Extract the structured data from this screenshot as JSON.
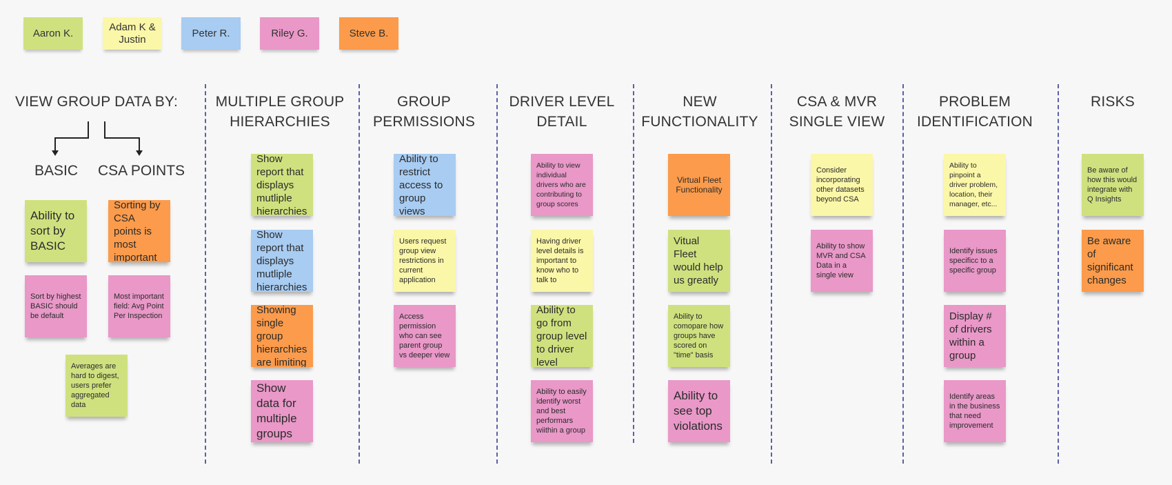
{
  "legend": [
    {
      "label": "Aaron K.",
      "color": "#cfe17f"
    },
    {
      "label": "Adam K &\nJustin",
      "color": "#fbf7a8"
    },
    {
      "label": "Peter R.",
      "color": "#a8ccf2"
    },
    {
      "label": "Riley G.",
      "color": "#e998c8"
    },
    {
      "label": "Steve B.",
      "color": "#fb9b4b"
    }
  ],
  "columns": {
    "view_group": {
      "title": "VIEW GROUP DATA BY:",
      "basic_label": "BASIC",
      "csa_label": "CSA POINTS",
      "notes": [
        "Ability to sort by BASIC",
        "Sorting by CSA points is most important",
        "Sort by highest BASIC should be default",
        "Most important field: Avg Point Per Inspection",
        "Averages are hard to digest, users prefer aggregated data"
      ]
    },
    "multiple_group": {
      "title": "MULTIPLE GROUP\nHIERARCHIES",
      "notes": [
        "Show report that displays mutliple hierarchies",
        "Show report that displays mutliple hierarchies",
        "Showing single group hierarchies are limiting",
        "Show data for multiple groups"
      ]
    },
    "group_permissions": {
      "title": "GROUP\nPERMISSIONS",
      "notes": [
        "Ability to restrict access to group views",
        "Users request group view restrictions in current application",
        "Access permission who can see parent group vs deeper view"
      ]
    },
    "driver_level": {
      "title": "DRIVER LEVEL\nDETAIL",
      "notes": [
        "Ability to view individual drivers who are contributing to group scores",
        "Having driver level details is important to know who to talk to",
        "Ability to go from group level to driver level",
        "Ability to easily identify worst and best performars wiithin a group"
      ]
    },
    "new_functionality": {
      "title": "NEW\nFUNCTIONALITY",
      "notes": [
        "Virtual Fleet Functionality",
        "Vitual Fleet would help us greatly",
        "Ability to comopare how groups have scored on \"time\" basis",
        "Ability to see top violations"
      ]
    },
    "csa_mvr": {
      "title": "CSA & MVR\nSINGLE VIEW",
      "notes": [
        "Consider incorporating other datasets beyond CSA",
        "Ability to show MVR and CSA Data in a single view"
      ]
    },
    "problem_id": {
      "title": "PROBLEM\nIDENTIFICATION",
      "notes": [
        "Ability to pinpoint a driver problem, location, their manager, etc...",
        "Identify issues specificc to a specific group",
        "Display # of drivers within a group",
        "Identify areas in the business that need improvement"
      ]
    },
    "risks": {
      "title": "RISKS",
      "notes": [
        "Be aware of how this would integrate with Q Insights",
        "Be aware of significant changes"
      ]
    }
  }
}
